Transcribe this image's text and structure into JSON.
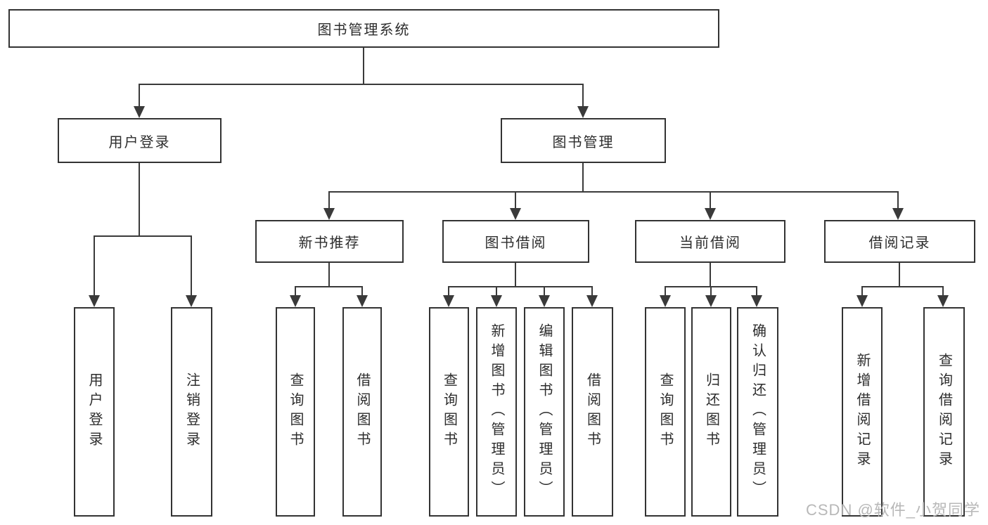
{
  "diagram": {
    "type": "hierarchy-tree",
    "title": "图书管理系统",
    "watermark": "CSDN @软件_小贺同学",
    "colors": {
      "line": "#3a3a3a",
      "box_border": "#333333",
      "text": "#2d2d2d",
      "background": "#ffffff",
      "watermark": "#b8b8b8"
    },
    "nodes": {
      "root": {
        "label": "图书管理系统"
      },
      "level2": [
        {
          "label": "用户登录"
        },
        {
          "label": "图书管理"
        }
      ],
      "level3": [
        {
          "label": "新书推荐",
          "parent": "图书管理"
        },
        {
          "label": "图书借阅",
          "parent": "图书管理"
        },
        {
          "label": "当前借阅",
          "parent": "图书管理"
        },
        {
          "label": "借阅记录",
          "parent": "图书管理"
        }
      ],
      "leaves": [
        {
          "label": "用户登录",
          "parent": "用户登录"
        },
        {
          "label": "注销登录",
          "parent": "用户登录"
        },
        {
          "label": "查询图书",
          "parent": "新书推荐"
        },
        {
          "label": "借阅图书",
          "parent": "新书推荐"
        },
        {
          "label": "查询图书",
          "parent": "图书借阅"
        },
        {
          "label": "新增图书（管理员）",
          "parent": "图书借阅"
        },
        {
          "label": "编辑图书（管理员）",
          "parent": "图书借阅"
        },
        {
          "label": "借阅图书",
          "parent": "图书借阅"
        },
        {
          "label": "查询图书",
          "parent": "当前借阅"
        },
        {
          "label": "归还图书",
          "parent": "当前借阅"
        },
        {
          "label": "确认归还（管理员）",
          "parent": "当前借阅"
        },
        {
          "label": "新增借阅记录",
          "parent": "借阅记录"
        },
        {
          "label": "查询借阅记录",
          "parent": "借阅记录"
        }
      ]
    }
  }
}
